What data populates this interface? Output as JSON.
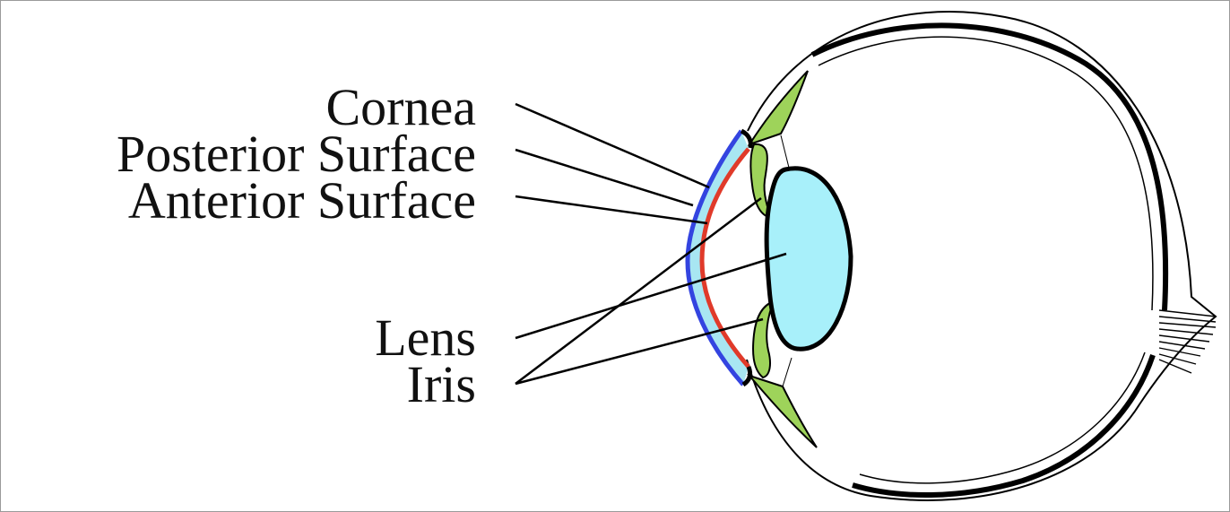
{
  "labels": {
    "cornea": "Cornea",
    "posterior_surface": "Posterior Surface",
    "anterior_surface": "Anterior Surface",
    "lens": "Lens",
    "iris": "Iris"
  },
  "colors": {
    "outline": "#000000",
    "posterior_surface": "#3344e0",
    "anterior_surface": "#e03a2a",
    "cornea_fill": "#a8e6f2",
    "lens_fill": "#a8f0fa",
    "iris_fill": "#9ed35a"
  }
}
